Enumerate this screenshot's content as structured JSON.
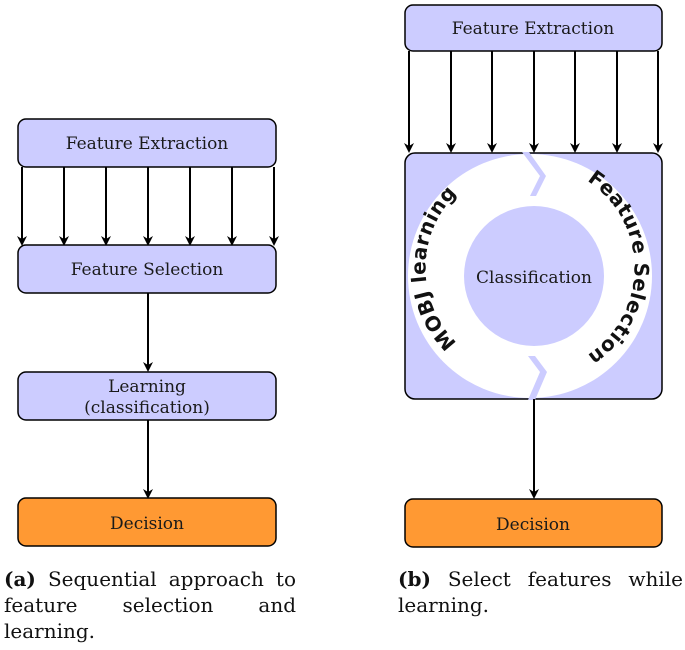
{
  "colors": {
    "box_fill": "#ccccff",
    "decision_fill": "#ff9933",
    "stroke": "#000000"
  },
  "panel_a": {
    "feature_extraction": "Feature Extraction",
    "feature_selection": "Feature Selection",
    "learning_line1": "Learning",
    "learning_line2": "(classification)",
    "decision": "Decision",
    "caption_label": "(a)",
    "caption_text": "Sequential approach to feature selection and learning."
  },
  "panel_b": {
    "feature_extraction": "Feature Extraction",
    "classification": "Classification",
    "ring_left": "MOBJ learning",
    "ring_right": "Feature Selection",
    "decision": "Decision",
    "caption_label": "(b)",
    "caption_text": "Select features while learning."
  }
}
